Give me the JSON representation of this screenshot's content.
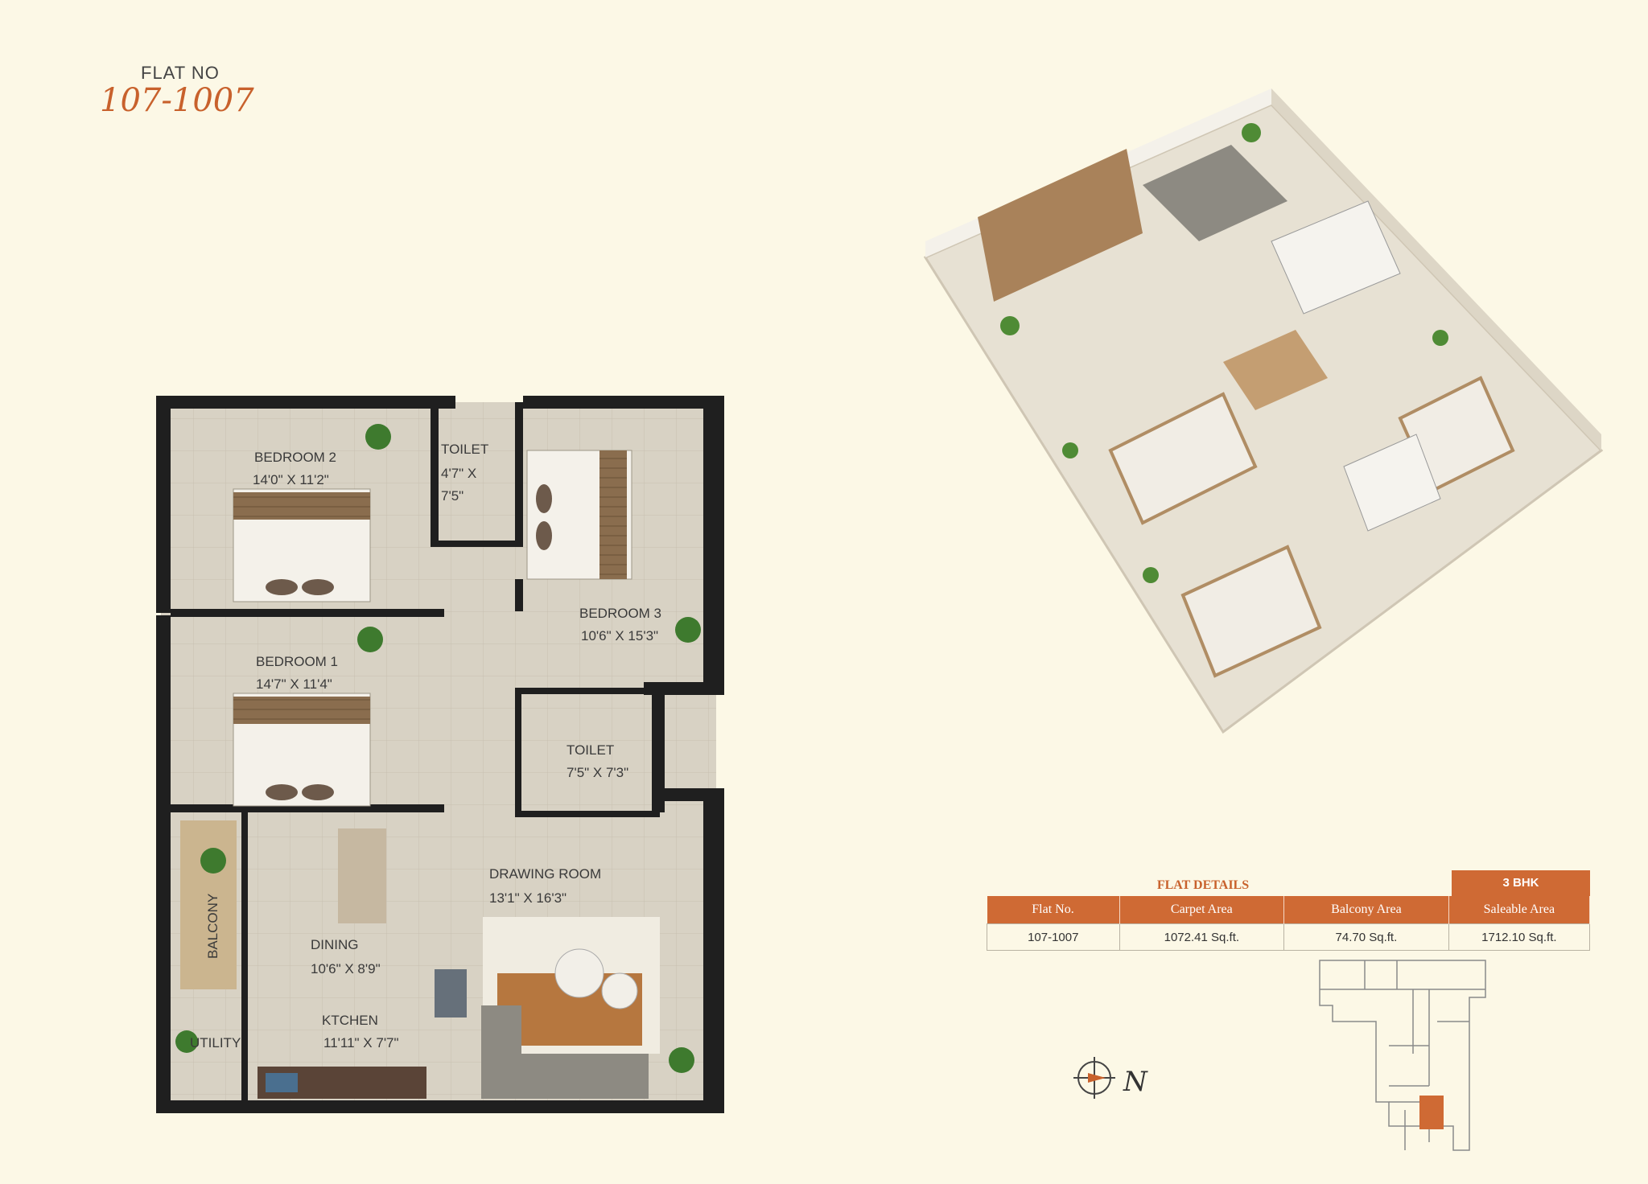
{
  "header": {
    "flat_label": "FLAT NO",
    "flat_number": "107-1007"
  },
  "rooms": [
    {
      "name": "BEDROOM 2",
      "size": "14'0\" X 11'2\""
    },
    {
      "name": "TOILET",
      "size_line1": "4'7\" X",
      "size_line2": "7'5\""
    },
    {
      "name": "BEDROOM 3",
      "size": "10'6\" X 15'3\""
    },
    {
      "name": "BEDROOM 1",
      "size": "14'7\" X 11'4\""
    },
    {
      "name": "TOILET",
      "size": "7'5\" X 7'3\""
    },
    {
      "name": "DRAWING ROOM",
      "size": "13'1\" X 16'3\""
    },
    {
      "name": "BALCONY"
    },
    {
      "name": "DINING",
      "size": "10'6\" X 8'9\""
    },
    {
      "name": "KTCHEN",
      "size": "11'11\" X 7'7\""
    },
    {
      "name": "UTILITY"
    }
  ],
  "details": {
    "title": "FLAT DETAILS",
    "type": "3 BHK",
    "headers": [
      "Flat No.",
      "Carpet Area",
      "Balcony Area",
      "Saleable Area"
    ],
    "row": [
      "107-1007",
      "1072.41 Sq.ft.",
      "74.70 Sq.ft.",
      "1712.10 Sq.ft."
    ]
  },
  "compass": {
    "label": "N"
  },
  "colors": {
    "accent": "#cf6a34",
    "background": "#fcf8e6",
    "wall": "#1f1f1f",
    "floor": "#d9d3c6"
  }
}
